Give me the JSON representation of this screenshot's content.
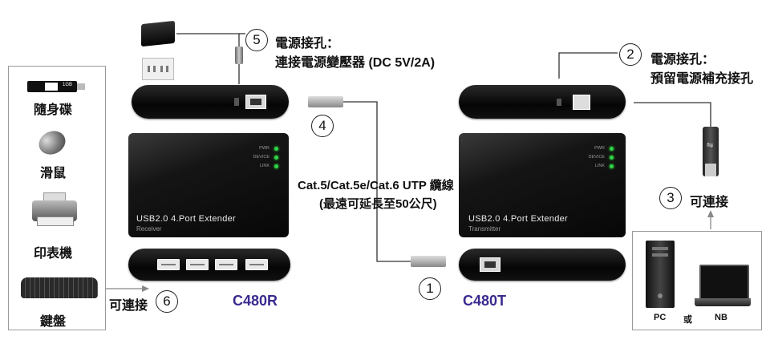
{
  "steps": {
    "s1": "1",
    "s2": "2",
    "s3": "3",
    "s4": "4",
    "s5": "5",
    "s6": "6"
  },
  "power_receiver": {
    "title": "電源接孔：",
    "desc": "連接電源變壓器 (DC 5V/2A)"
  },
  "power_transmitter": {
    "title": "電源接孔：",
    "desc": "預留電源補充接孔"
  },
  "cable": {
    "line1": "Cat.5/Cat.5e/Cat.6 UTP 纜線",
    "line2": "(最遠可延長至50公尺)"
  },
  "connect_label_left": "可連接",
  "connect_label_right": "可連接",
  "peripherals": [
    "隨身碟",
    "滑鼠",
    "印表機",
    "鍵盤"
  ],
  "flash_drive_text": "1GB",
  "computers": {
    "pc": "PC",
    "or": "或",
    "nb": "NB"
  },
  "receiver": {
    "name": "USB2.0 4.Port Extender",
    "sub": "Receiver",
    "model": "C480R"
  },
  "transmitter": {
    "name": "USB2.0 4.Port Extender",
    "sub": "Transmitter",
    "model": "C480T"
  },
  "leds": [
    "PWR",
    "DEVICE",
    "LINK"
  ],
  "colors": {
    "model_text": "#3b2a8f",
    "led": "#2fd44a",
    "device_body": "#0b0b0b"
  }
}
